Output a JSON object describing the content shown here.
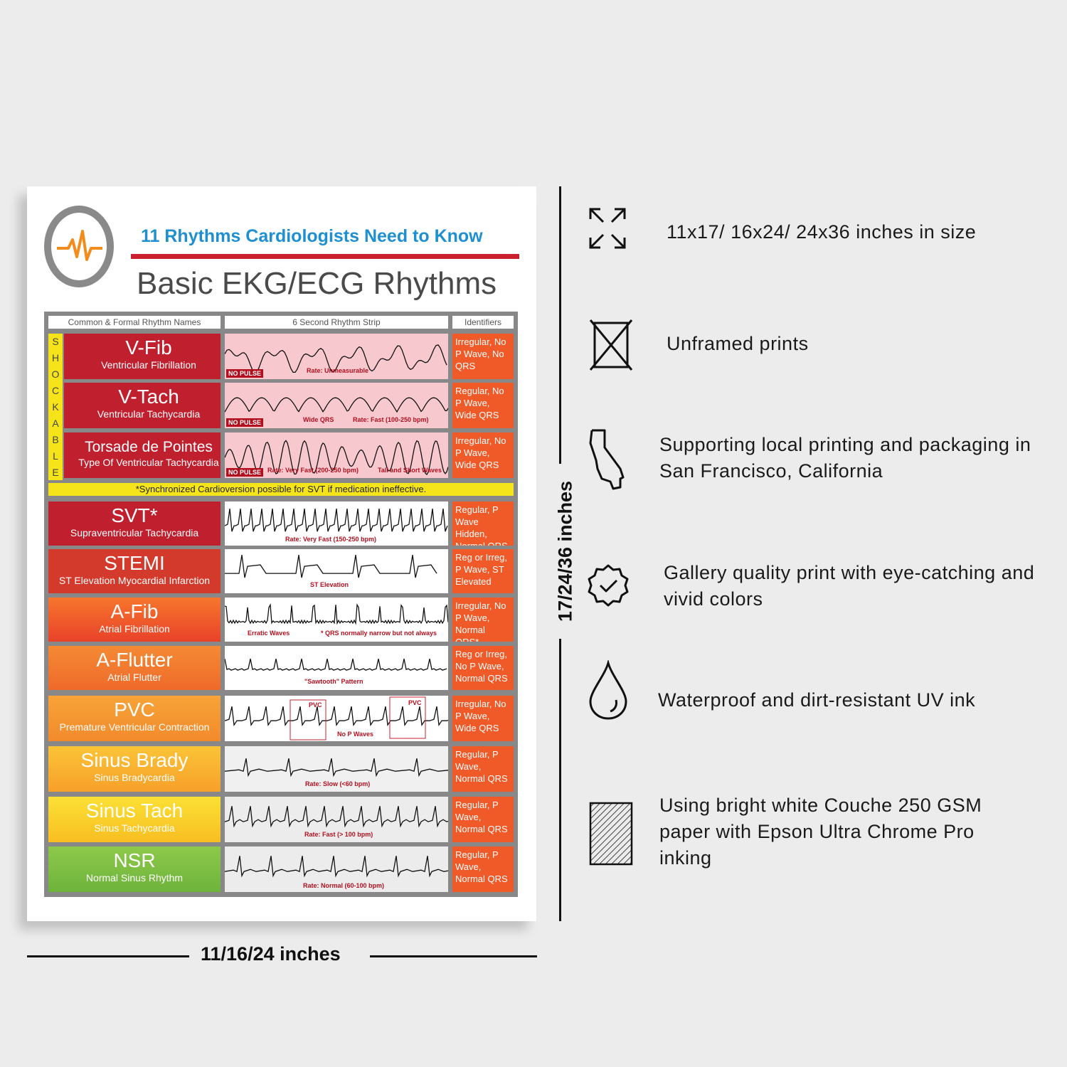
{
  "poster": {
    "subtitle": "11 Rhythms Cardiologists Need to Know",
    "title": "Basic EKG/ECG Rhythms",
    "column_headers": {
      "names": "Common & Formal Rhythm Names",
      "strip": "6 Second Rhythm Strip",
      "identifiers": "Identifiers"
    },
    "shockable_letters": [
      "S",
      "H",
      "O",
      "C",
      "K",
      "A",
      "B",
      "L",
      "E"
    ],
    "cardioversion_note": "*Synchronized Cardioversion possible for SVT if medication ineffective.",
    "no_pulse_label": "NO PULSE",
    "rhythms": [
      {
        "name": "V-Fib",
        "formal": "Ventricular Fibrillation",
        "identifiers": "Irregular, No P Wave, No QRS",
        "annotations": [
          "Rate: Unmeasurable"
        ],
        "color": "#c0202e"
      },
      {
        "name": "V-Tach",
        "formal": "Ventricular Tachycardia",
        "identifiers": "Regular, No P Wave, Wide QRS",
        "annotations": [
          "Wide QRS",
          "Rate: Fast (100-250 bpm)"
        ],
        "color": "#c0202e"
      },
      {
        "name": "Torsade de Pointes",
        "formal": "Type Of Ventricular Tachycardia",
        "identifiers": "Irregular, No P Wave, Wide QRS",
        "annotations": [
          "Rate: Very Fast (200-250 bpm)",
          "Tall and Short Waves"
        ],
        "color": "#c0202e"
      },
      {
        "name": "SVT*",
        "formal": "Supraventricular Tachycardia",
        "identifiers": "Regular, P Wave Hidden, Normal QRS",
        "annotations": [
          "Rate: Very Fast (150-250 bpm)"
        ],
        "color": "#c0202e"
      },
      {
        "name": "STEMI",
        "formal": "ST Elevation Myocardial Infarction",
        "identifiers": "Reg or Irreg, P Wave, ST Elevated",
        "annotations": [
          "ST Elevation"
        ],
        "color": "#d33a2c"
      },
      {
        "name": "A-Fib",
        "formal": "Atrial Fibrillation",
        "identifiers": "Irregular, No P Wave, Normal QRS*",
        "annotations": [
          "Erratic Waves",
          "* QRS normally narrow but not always"
        ],
        "color": "#ef5a2a"
      },
      {
        "name": "A-Flutter",
        "formal": "Atrial Flutter",
        "identifiers": "Reg or Irreg, No P Wave, Normal QRS",
        "annotations": [
          "\"Sawtooth\" Pattern"
        ],
        "color": "#f27a2c"
      },
      {
        "name": "PVC",
        "formal": "Premature Ventricular Contraction",
        "identifiers": "Irregular, No P Wave, Wide QRS",
        "annotations": [
          "PVC",
          "PVC",
          "No P Waves"
        ],
        "color": "#f5932d"
      },
      {
        "name": "Sinus Brady",
        "formal": "Sinus Bradycardia",
        "identifiers": "Regular, P Wave, Normal QRS",
        "annotations": [
          "Rate: Slow (<60 bpm)"
        ],
        "color": "#f9b12c"
      },
      {
        "name": "Sinus Tach",
        "formal": "Sinus Tachycardia",
        "identifiers": "Regular, P Wave, Normal QRS",
        "annotations": [
          "Rate: Fast (> 100 bpm)"
        ],
        "color": "#f8cb20"
      },
      {
        "name": "NSR",
        "formal": "Normal Sinus Rhythm",
        "identifiers": "Regular, P Wave, Normal QRS",
        "annotations": [
          "Rate: Normal (60-100 bpm)"
        ],
        "color": "#7cbf3e"
      }
    ]
  },
  "dimensions": {
    "width": "11/16/24 inches",
    "height": "17/24/36 inches"
  },
  "features": [
    {
      "icon": "expand-arrows-icon",
      "text": "11x17/ 16x24/ 24x36 inches in size"
    },
    {
      "icon": "unframed-box-icon",
      "text": "Unframed prints"
    },
    {
      "icon": "california-map-icon",
      "text": "Supporting local printing and packaging in San Francisco, California"
    },
    {
      "icon": "quality-badge-icon",
      "text": "Gallery quality print with eye-catching and vivid colors"
    },
    {
      "icon": "water-drop-icon",
      "text": "Waterproof and dirt-resistant UV ink"
    },
    {
      "icon": "paper-hatch-icon",
      "text": "Using bright white Couche 250 GSM paper with Epson Ultra Chrome Pro inking"
    }
  ]
}
